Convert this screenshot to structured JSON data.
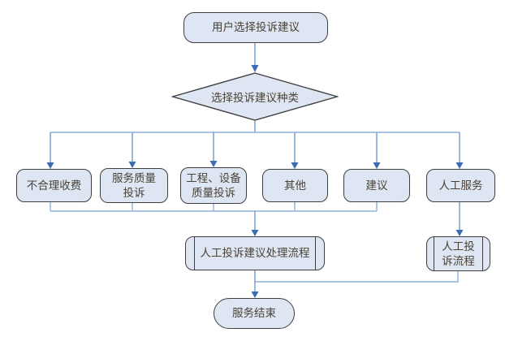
{
  "diagram": {
    "type": "flowchart",
    "colors": {
      "node_fill": "#dde6f2",
      "node_border": "#3f3f3f",
      "connector": "#6e99cf",
      "arrow": "#3a6bb3",
      "text": "#4b4237",
      "background": "#ffffff"
    },
    "nodes": {
      "start": {
        "label": "用户选择投诉建议",
        "shape": "terminator"
      },
      "decision": {
        "label": "选择投诉建议种类",
        "shape": "decision"
      },
      "unreasonable_fees": {
        "label": "不合理收费",
        "shape": "rounded-rect"
      },
      "service_quality": {
        "label": "服务质量投诉",
        "shape": "rounded-rect"
      },
      "engineering_equipment": {
        "label": "工程、设备质量投诉",
        "shape": "rounded-rect"
      },
      "other": {
        "label": "其他",
        "shape": "rounded-rect"
      },
      "suggestion": {
        "label": "建议",
        "shape": "rounded-rect"
      },
      "manual_service": {
        "label": "人工服务",
        "shape": "rounded-rect"
      },
      "manual_handle_process": {
        "label": "人工投诉建议处理流程",
        "shape": "predefined-process"
      },
      "manual_complaint_flow": {
        "label": "人工投诉流程",
        "shape": "predefined-process"
      },
      "end": {
        "label": "服务结束",
        "shape": "terminator"
      }
    },
    "edges": [
      {
        "from": "start",
        "to": "decision"
      },
      {
        "from": "decision",
        "to": "unreasonable_fees"
      },
      {
        "from": "decision",
        "to": "service_quality"
      },
      {
        "from": "decision",
        "to": "engineering_equipment"
      },
      {
        "from": "decision",
        "to": "other"
      },
      {
        "from": "decision",
        "to": "suggestion"
      },
      {
        "from": "decision",
        "to": "manual_service"
      },
      {
        "from": "unreasonable_fees",
        "to": "manual_handle_process"
      },
      {
        "from": "service_quality",
        "to": "manual_handle_process"
      },
      {
        "from": "engineering_equipment",
        "to": "manual_handle_process"
      },
      {
        "from": "other",
        "to": "manual_handle_process"
      },
      {
        "from": "suggestion",
        "to": "manual_handle_process"
      },
      {
        "from": "manual_service",
        "to": "manual_complaint_flow"
      },
      {
        "from": "manual_handle_process",
        "to": "end"
      },
      {
        "from": "manual_complaint_flow",
        "to": "end"
      }
    ]
  }
}
